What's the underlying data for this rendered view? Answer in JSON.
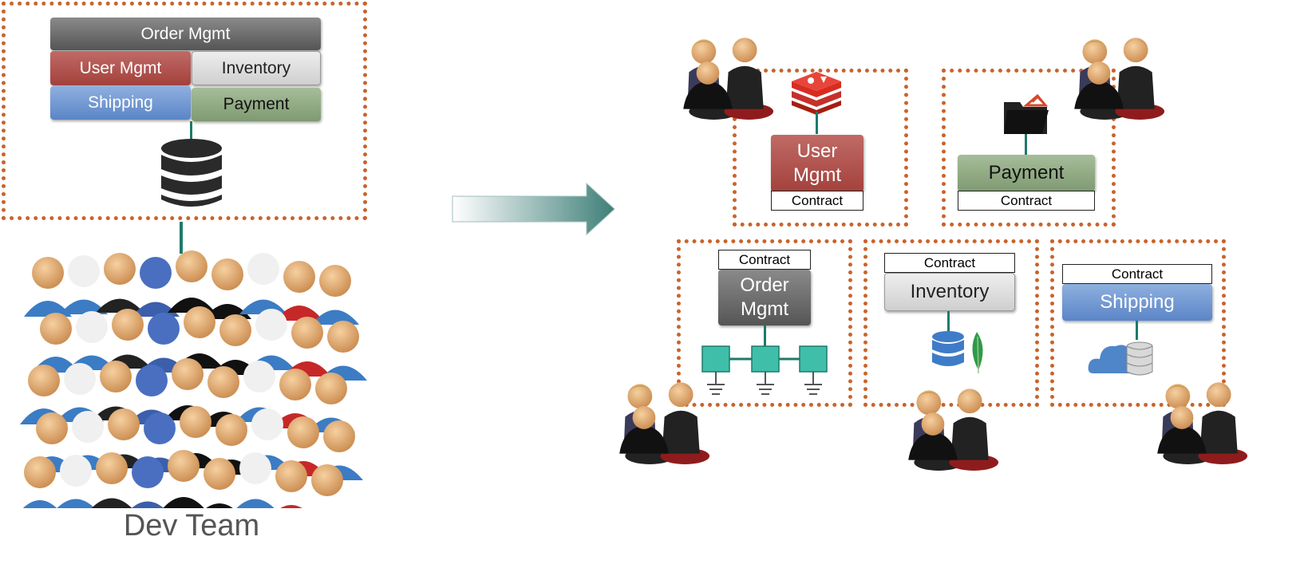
{
  "monolith": {
    "order_label": "Order Mgmt",
    "user_label": "User Mgmt",
    "inventory_label": "Inventory",
    "shipping_label": "Shipping",
    "payment_label": "Payment",
    "database_icon": "database-icon"
  },
  "dev_team_label": "Dev Team",
  "arrow_icon": "arrow-right-icon",
  "services": {
    "user_mgmt": {
      "label_line1": "User",
      "label_line2": "Mgmt",
      "contract": "Contract",
      "store_icon": "redis-icon"
    },
    "payment": {
      "label": "Payment",
      "contract": "Contract",
      "store_icon": "folder-icon"
    },
    "order_mgmt": {
      "label_line1": "Order",
      "label_line2": "Mgmt",
      "contract": "Contract",
      "store_icon": "network-nodes-icon"
    },
    "inventory": {
      "label": "Inventory",
      "contract": "Contract",
      "store_icon": "database-leaf-icon"
    },
    "shipping": {
      "label": "Shipping",
      "contract": "Contract",
      "store_icon": "cloud-database-icon"
    }
  },
  "colors": {
    "boundary": "#c8642c",
    "connector": "#1e7a6b",
    "order": "#666666",
    "user": "#a8423d",
    "inventory": "#dcdcdc",
    "shipping": "#5f89c9",
    "payment": "#869f78"
  }
}
